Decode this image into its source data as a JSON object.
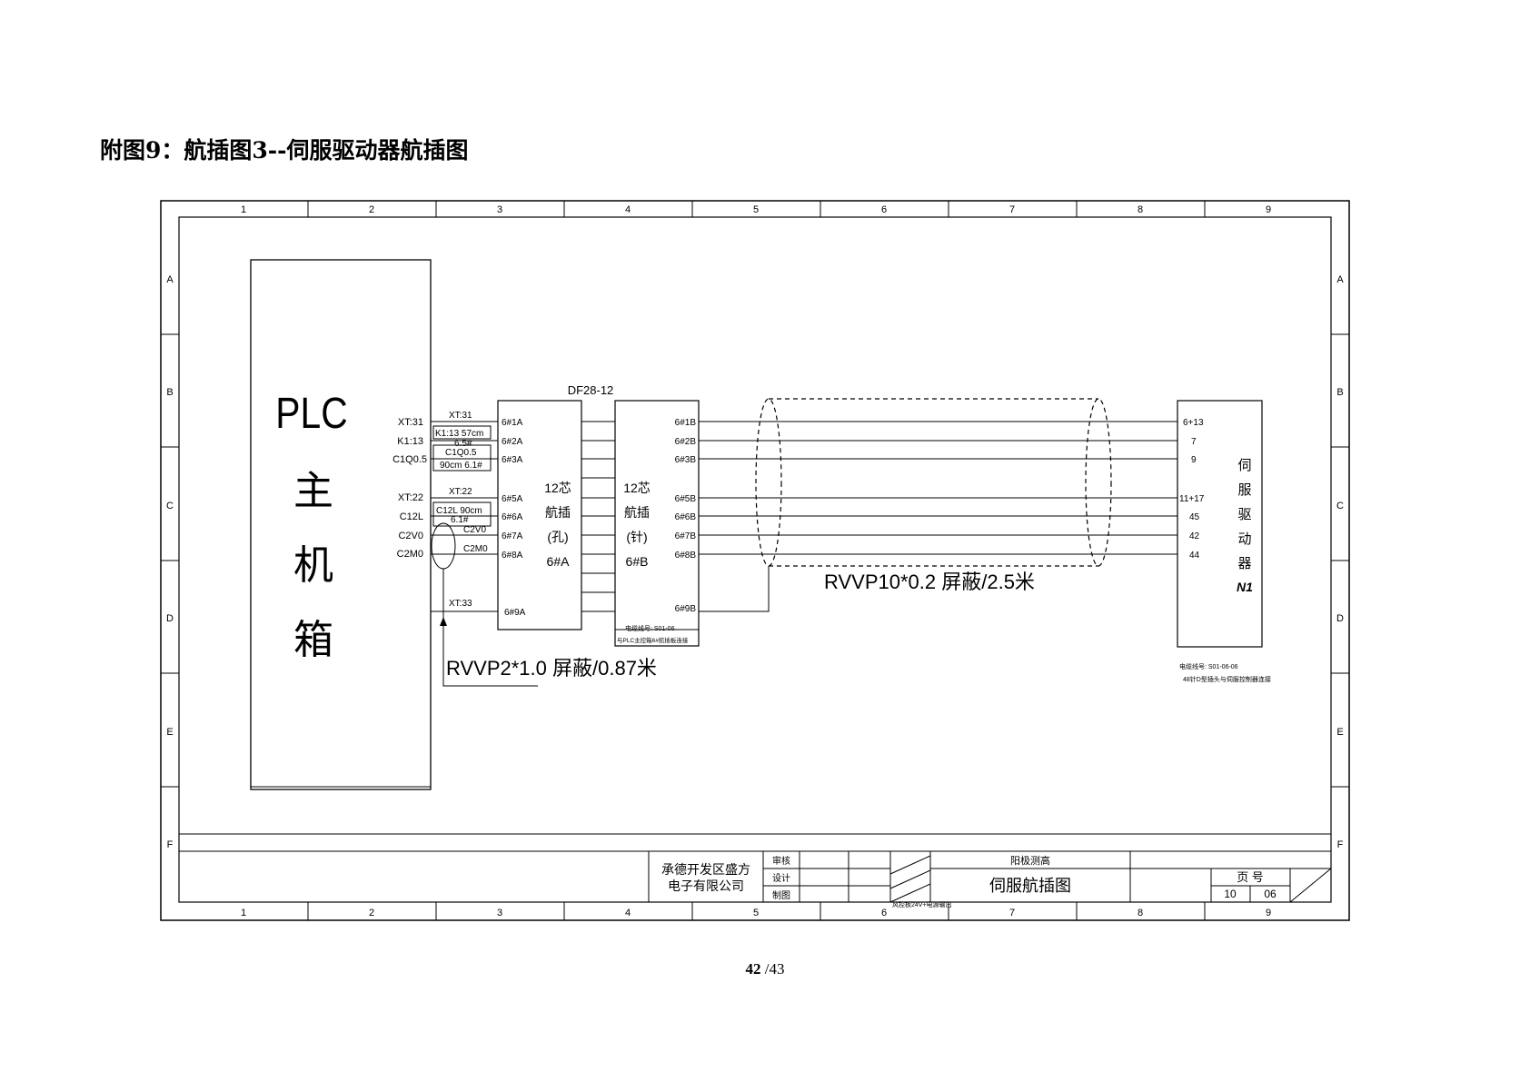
{
  "page": {
    "title": "附图9：航插图3--伺服驱动器航插图",
    "page_current": "42",
    "page_total": "/43"
  },
  "frame": {
    "col_labels": [
      "1",
      "2",
      "3",
      "4",
      "5",
      "6",
      "7",
      "8",
      "9"
    ],
    "row_labels": [
      "A",
      "B",
      "C",
      "D",
      "E",
      "F"
    ]
  },
  "plc": {
    "label": "PLC",
    "chars": [
      "主",
      "机",
      "箱"
    ]
  },
  "plc_terms": [
    "XT:31",
    "K1:13",
    "C1Q0.5",
    "XT:22",
    "C12L",
    "C2V0",
    "C2M0"
  ],
  "wire_labels": {
    "xt31": "XT:31",
    "k113": "K1:13 57cm",
    "n65": "6.5#",
    "c1q05": "C1Q0.5",
    "c1q05b": "90cm 6.1#",
    "xt22": "XT:22",
    "c12l": "C12L 90cm",
    "n61": "6.1#",
    "c2v0": "C2V0",
    "c2m0": "C2M0",
    "xt33": "XT:33"
  },
  "socket": {
    "pins": [
      "6#1A",
      "6#2A",
      "6#3A",
      "6#5A",
      "6#6A",
      "6#7A",
      "6#8A",
      "6#9A"
    ],
    "text": [
      "12芯",
      "航插",
      "(孔)",
      "6#A"
    ]
  },
  "plug": {
    "pins": [
      "6#1B",
      "6#2B",
      "6#3B",
      "6#5B",
      "6#6B",
      "6#7B",
      "6#8B",
      "6#9B"
    ],
    "text": [
      "12芯",
      "航插",
      "(针)",
      "6#B"
    ],
    "note1": "电缆线号:  S01-06",
    "note2": "与PLC主控箱6#航插板连接"
  },
  "connector_name": "DF28-12",
  "cable1": "RVVP2*1.0 屏蔽/0.87米",
  "cable2": "RVVP10*0.2 屏蔽/2.5米",
  "servo": {
    "pins": [
      "6+13",
      "7",
      "9",
      "11+17",
      "45",
      "42",
      "44"
    ],
    "chars": [
      "伺",
      "服",
      "驱",
      "动",
      "器"
    ],
    "id": "N1",
    "note1": "电缆线号:  S01-06-06",
    "note2": "48针D型插头与伺服控制器连接"
  },
  "titleblock": {
    "company1": "承德开发区盛方",
    "company2": "电子有限公司",
    "roles": [
      "审核",
      "设计",
      "制图"
    ],
    "project": "阳极测高",
    "drawing_name": "伺服航插图",
    "page_label": "页  号",
    "page_a": "10",
    "page_b": "06",
    "note": "风控板24V+电源输出"
  }
}
